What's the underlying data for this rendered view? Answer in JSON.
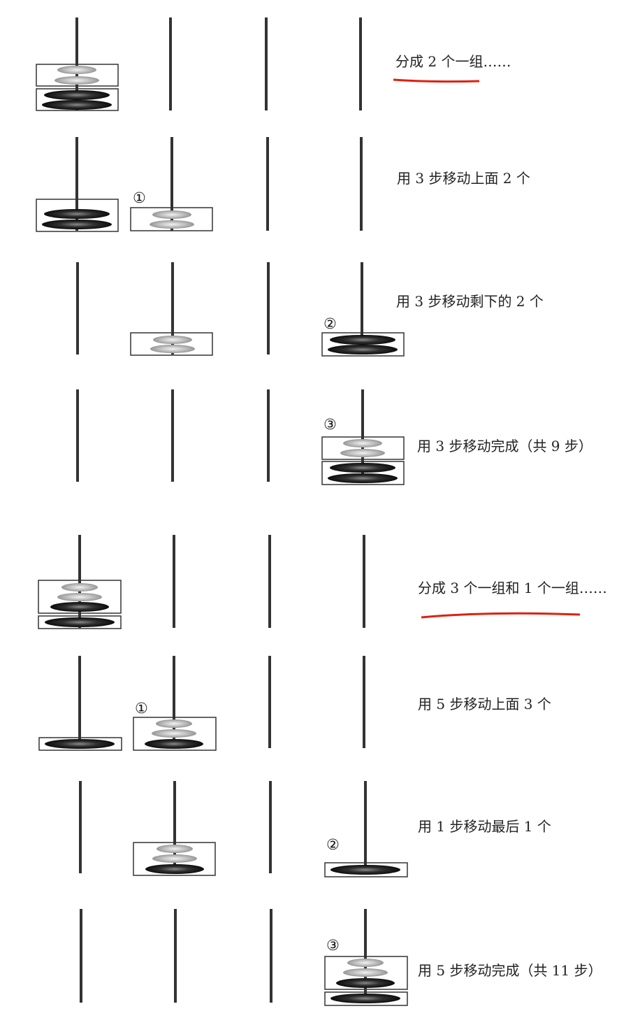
{
  "steps": [
    {
      "caption": "分成 2 个一组……",
      "underline": true
    },
    {
      "caption": "用 3 步移动上面 2 个",
      "marker": "①"
    },
    {
      "caption": "用 3 步移动剩下的 2 个",
      "marker": "②"
    },
    {
      "caption": "用 3 步移动完成（共 9 步）",
      "marker": "③"
    },
    {
      "caption": "分成 3 个一组和 1 个一组……",
      "underline": true
    },
    {
      "caption": "用 5 步移动上面 3 个",
      "marker": "①"
    },
    {
      "caption": "用 1 步移动最后 1 个",
      "marker": "②"
    },
    {
      "caption": "用 5 步移动完成（共 11 步）",
      "marker": "③"
    }
  ],
  "colors": {
    "underline": "#e02010",
    "rod": "#333333",
    "disk_dark": "#111111",
    "disk_light": "#9a9a9a"
  }
}
